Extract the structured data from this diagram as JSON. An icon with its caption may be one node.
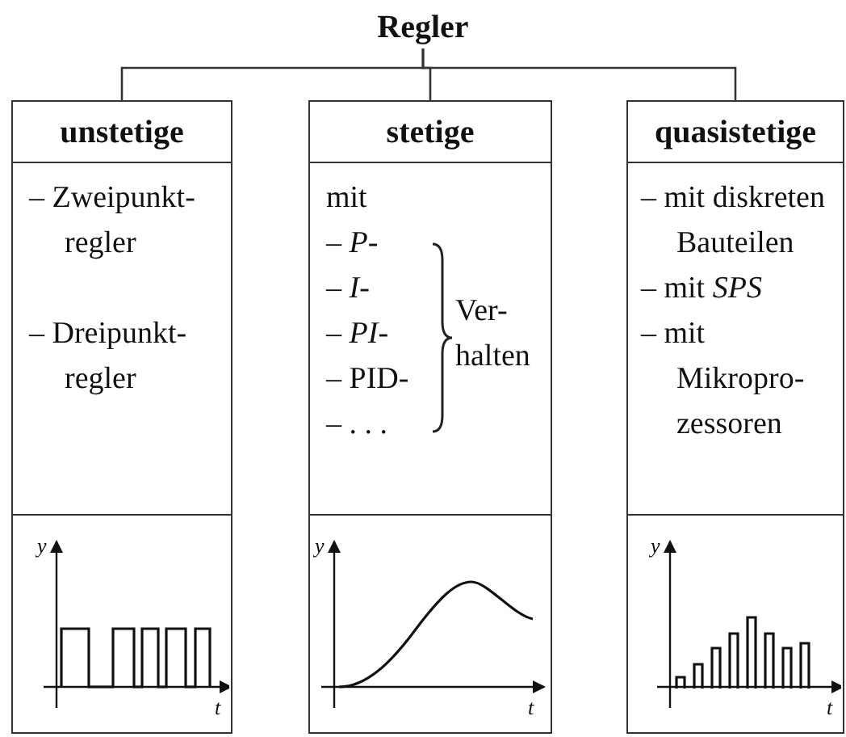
{
  "diagram": {
    "nodes": [
      {
        "text": [
          "Regler"
        ]
      },
      {
        "text": [
          "unstetige",
          "– Zweipunkt- regler",
          "– Dreipunkt- regler"
        ]
      },
      {
        "text": [
          "stetige",
          "mit",
          "– *P*-",
          "– *I*-",
          "– *PI*-",
          "– PID-",
          "– . . .",
          "Ver- halten"
        ]
      },
      {
        "text": [
          "quasistetige",
          "– mit diskreten Bauteilen",
          "– mit *SPS*",
          "– mit Mikropro- zessoren"
        ]
      },
      {
        "text": [],
        "shape": "picture",
        "in": 1
      },
      {
        "text": [],
        "shape": "picture",
        "in": 2
      },
      {
        "text": [],
        "shape": "picture",
        "in": 3
      }
    ],
    "edges": [
      {
        "from": 0,
        "to": 1,
        "arrow": "none"
      },
      {
        "from": 0,
        "to": 2,
        "arrow": "none"
      },
      {
        "from": 0,
        "to": 3,
        "arrow": "none"
      }
    ],
    "labels": [
      "y",
      "t",
      "y",
      "t",
      "y",
      "t"
    ]
  }
}
